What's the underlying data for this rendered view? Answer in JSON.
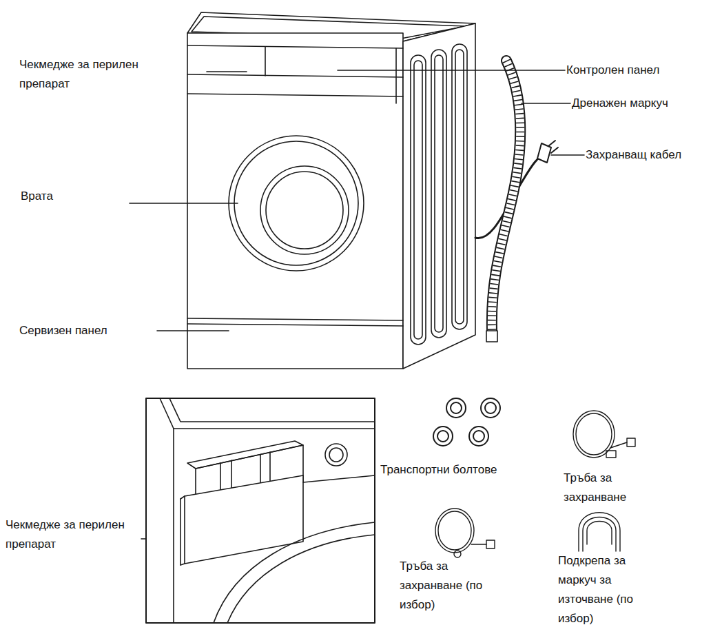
{
  "diagram": {
    "labels": [
      "Чекмедже за перилен препарат",
      "Контролен панел",
      "Дренажен маркуч",
      "Захранващ кабел",
      "Врата",
      "Сервизен панел",
      "Чекмедже за перилен препарат",
      "Транспортни болтове",
      "Тръба за захранване",
      "Тръба за захранване (по избор)",
      "Подкрепа за маркуч за източване (по избор)"
    ]
  }
}
